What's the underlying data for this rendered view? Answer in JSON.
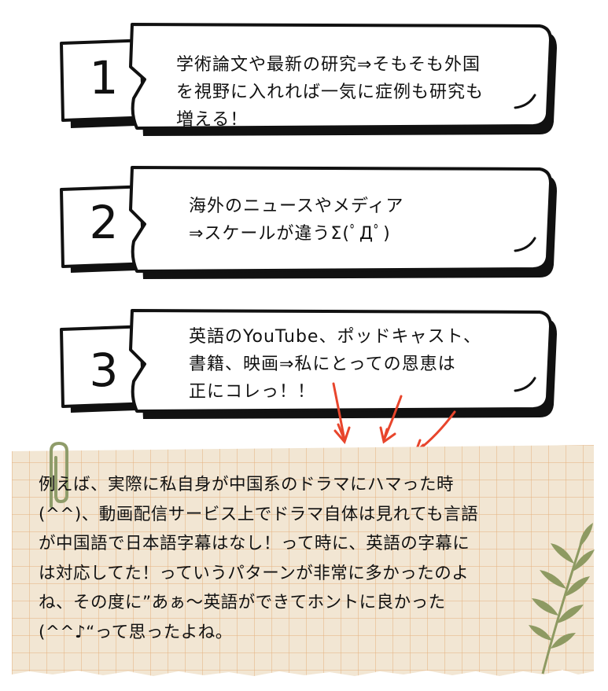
{
  "items": [
    {
      "number": "1",
      "text": "学術論文や最新の研究⇒そもそも外国\nを視野に入れれば一気に症例も研究も\n増える！"
    },
    {
      "number": "2",
      "text": "海外のニュースやメディア\n⇒スケールが違うΣ(ﾟДﾟ)"
    },
    {
      "number": "3",
      "text": "英語のYouTube、ポッドキャスト、\n書籍、映画⇒私にとっての恩恵は\n正にコレっ！！"
    }
  ],
  "note": {
    "text": "例えば、実際に私自身が中国系のドラマにハマった時\n(^^)、動画配信サービス上でドラマ自体は見れても言語\nが中国語で日本語字幕はなし！って時に、英語の字幕に\nは対応してた！っていうパターンが非常に多かったのよ\nね、その度に”あぁ～英語ができてホントに良かった\n(^^♪“って思ったよね。"
  },
  "colors": {
    "ink": "#111111",
    "paper": "#f2e6d3",
    "grid": "#e4b07e",
    "arrow": "#e8452c",
    "clip": "#8f9c6a",
    "leaf": "#8e9a62"
  },
  "icons": [
    "paperclip-icon",
    "leaf-icon",
    "arrow-icon"
  ]
}
